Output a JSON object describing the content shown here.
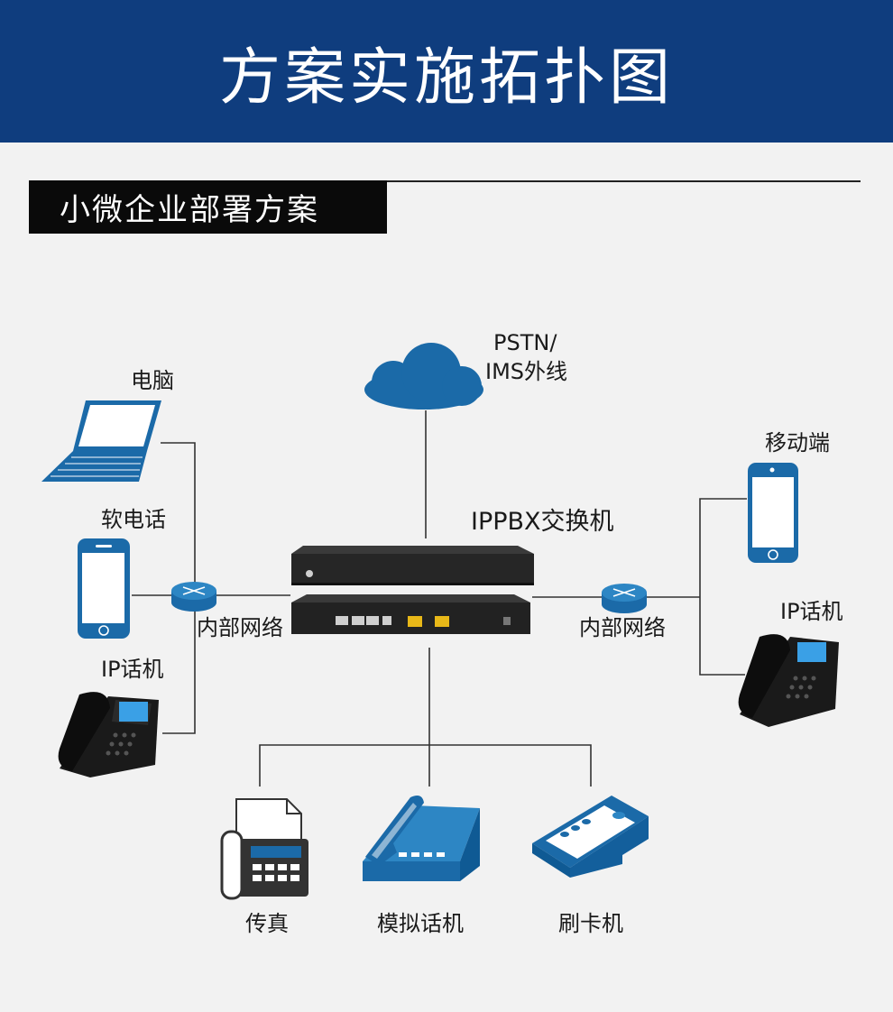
{
  "header": {
    "title": "方案实施拓扑图"
  },
  "section": {
    "title": "小微企业部署方案"
  },
  "cloud": {
    "line1": "PSTN/",
    "line2": "IMS外线"
  },
  "pbx": {
    "label": "IPPBX交换机"
  },
  "left": {
    "computer": "电脑",
    "softphone": "软电话",
    "ip_phone": "IP话机",
    "network": "内部网络"
  },
  "right": {
    "mobile": "移动端",
    "ip_phone": "IP话机",
    "network": "内部网络"
  },
  "bottom": {
    "fax": "传真",
    "analog_phone": "模拟话机",
    "card_machine": "刷卡机"
  },
  "colors": {
    "header_bg": "#0f3d7e",
    "device_blue": "#1b6aa8",
    "line": "#333333"
  }
}
